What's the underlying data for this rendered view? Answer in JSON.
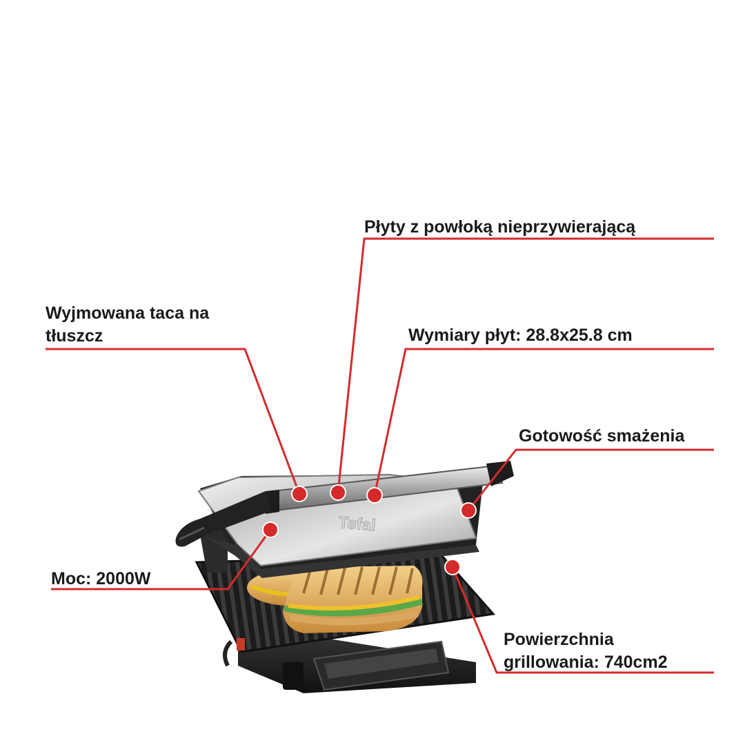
{
  "accent_color": "#d42a2a",
  "product": {
    "brand_logo_text": "Tefal",
    "image": "contact-grill-with-panini"
  },
  "callouts": {
    "plates": {
      "text": "Płyty z powłoką nieprzywierającą"
    },
    "tray": {
      "line1": "Wyjmowana taca na",
      "line2": "tłuszcz"
    },
    "dimensions": {
      "text": "Wymiary płyt: 28.8x25.8 cm"
    },
    "readiness": {
      "text": "Gotowość smażenia"
    },
    "power": {
      "text": "Moc: 2000W"
    },
    "surface": {
      "line1": "Powierzchnia",
      "line2": "grillowania: 740cm2"
    }
  }
}
